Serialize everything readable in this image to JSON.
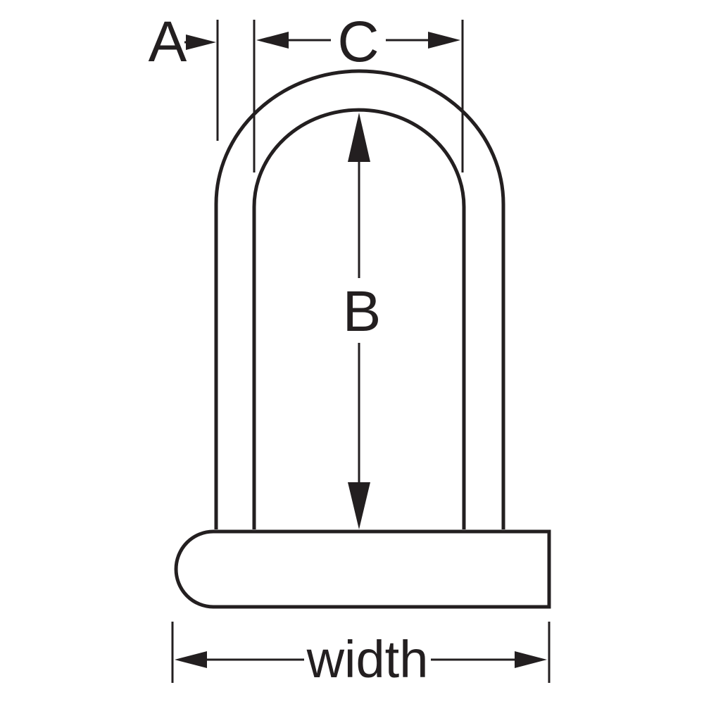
{
  "labels": {
    "a": "A",
    "b": "B",
    "c": "C",
    "width": "width"
  },
  "colors": {
    "line": "#231f20",
    "background": "#ffffff"
  }
}
